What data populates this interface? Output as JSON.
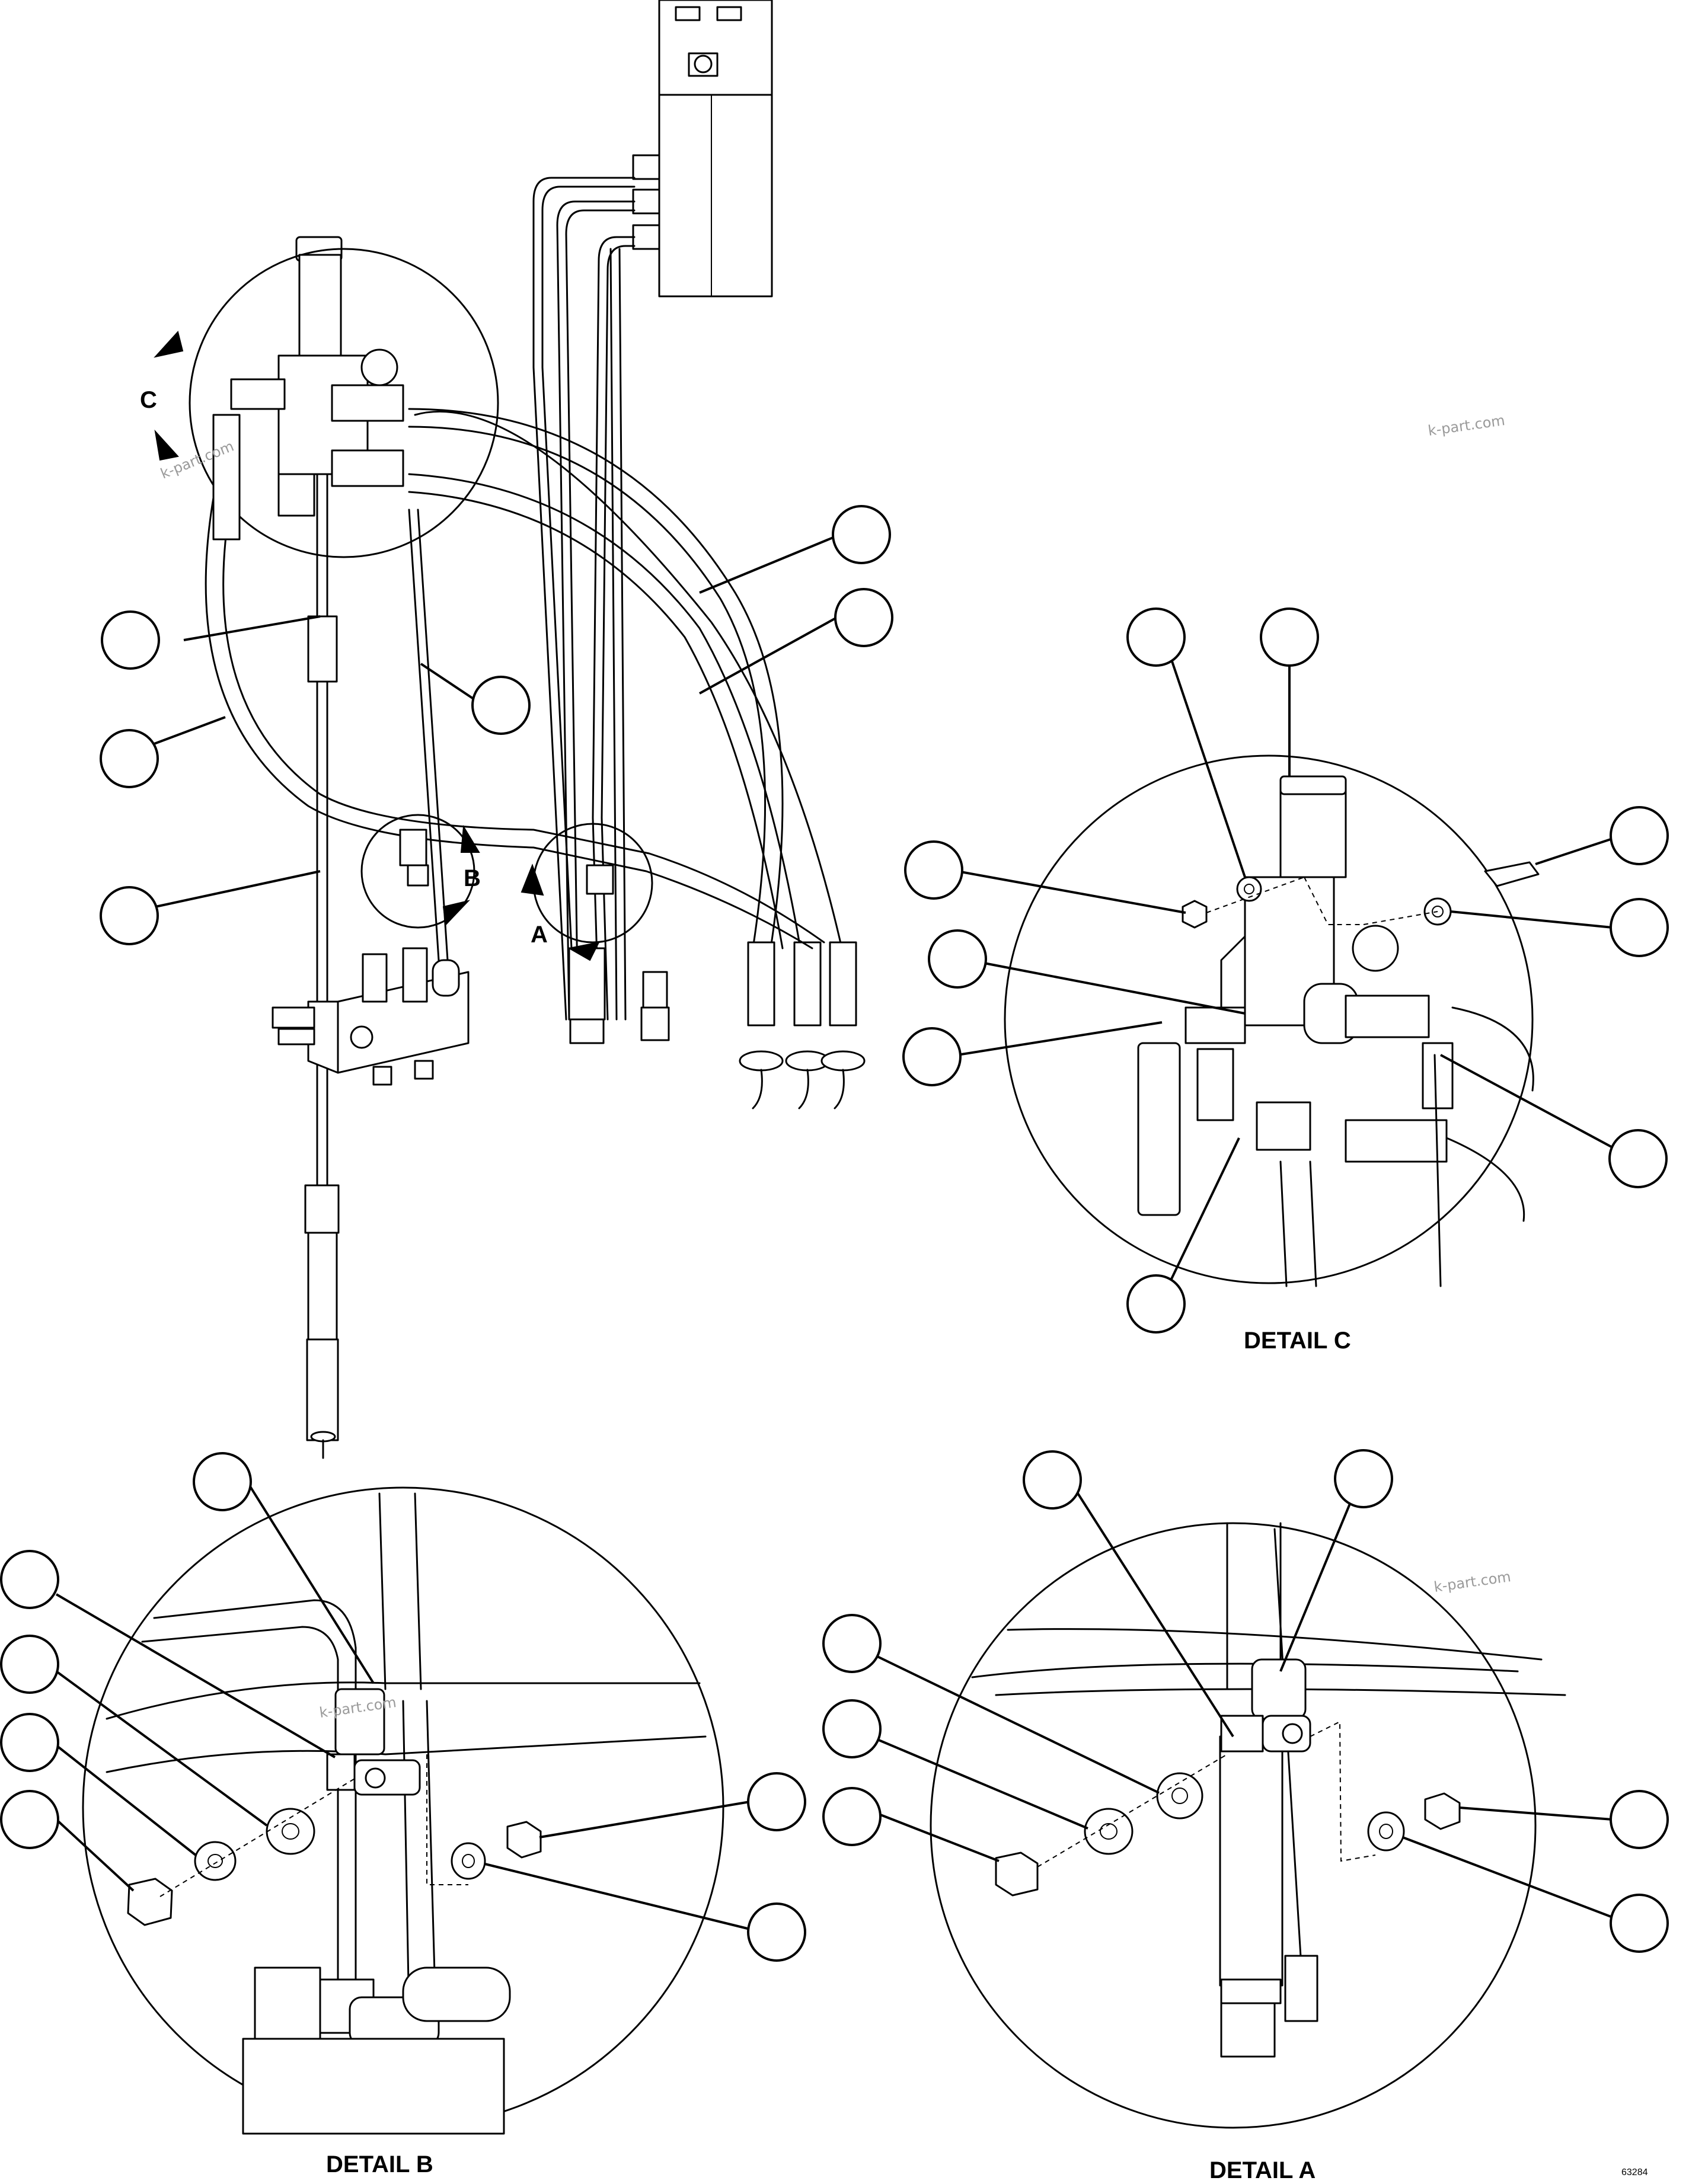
{
  "views": {
    "detail_c_marker": "C",
    "detail_b_marker": "B",
    "detail_a_marker": "A"
  },
  "captions": {
    "detail_c": "DETAIL C",
    "detail_b": "DETAIL B",
    "detail_a": "DETAIL A"
  },
  "watermark": "k-part.com",
  "drawing_code": "63284",
  "callout_text": ""
}
